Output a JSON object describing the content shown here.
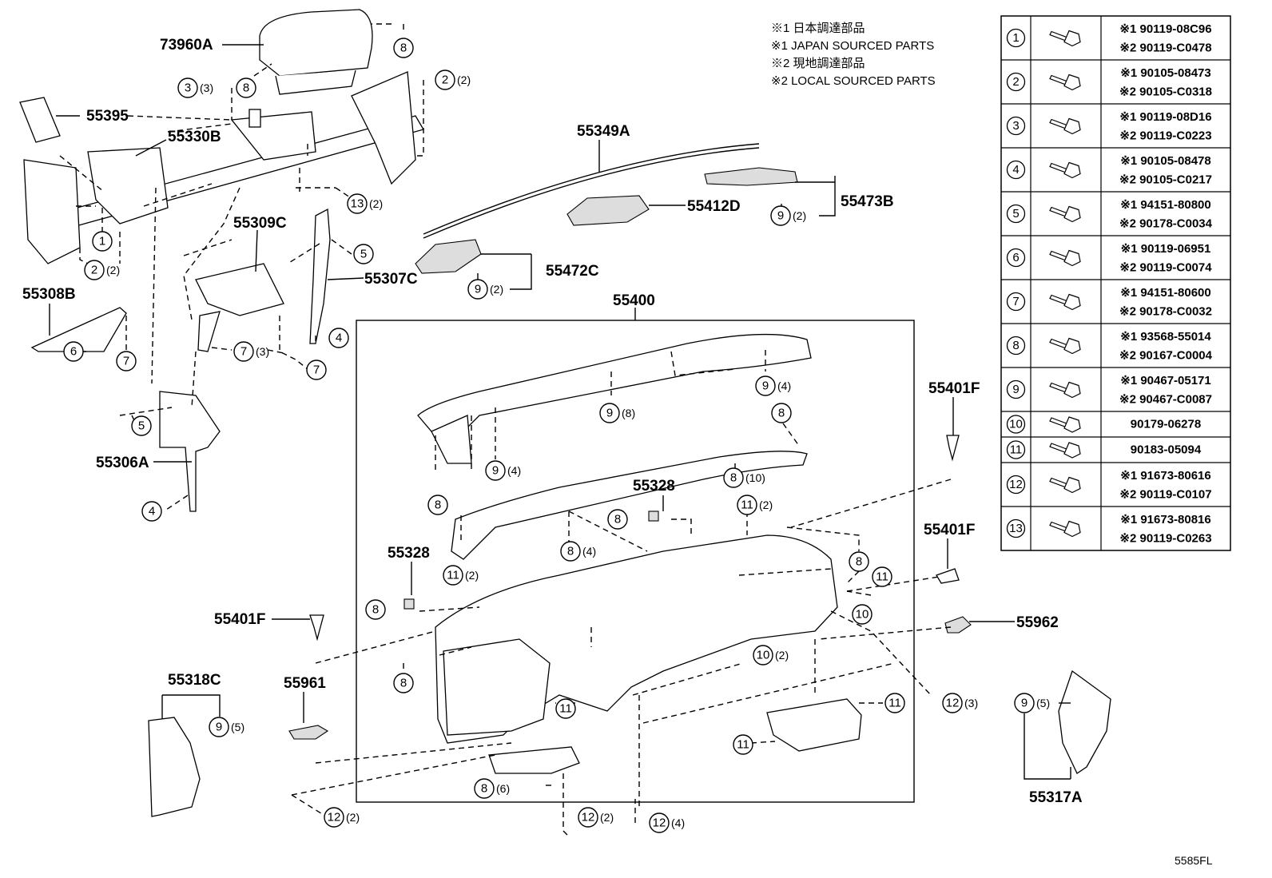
{
  "notes": [
    "※1 日本調達部品",
    "※1 JAPAN SOURCED PARTS",
    "※2 現地調達部品",
    "※2 LOCAL SOURCED PARTS"
  ],
  "parts": {
    "p73960A": "73960A",
    "p55395": "55395",
    "p55330B": "55330B",
    "p55309C": "55309C",
    "p55307C": "55307C",
    "p55308B": "55308B",
    "p55306A": "55306A",
    "p55349A": "55349A",
    "p55412D": "55412D",
    "p55473B": "55473B",
    "p55472C": "55472C",
    "p55400": "55400",
    "p55401F_a": "55401F",
    "p55401F_b": "55401F",
    "p55401F_c": "55401F",
    "p55328_a": "55328",
    "p55328_b": "55328",
    "p55962": "55962",
    "p55318C": "55318C",
    "p55961": "55961",
    "p55317A": "55317A"
  },
  "callouts": {
    "c1": "1",
    "c2": "2",
    "c3": "3",
    "c4": "4",
    "c5": "5",
    "c6": "6",
    "c7": "7",
    "c8": "8",
    "c9": "9",
    "c10": "10",
    "c11": "11",
    "c12": "12",
    "c13": "13"
  },
  "quantities": {
    "q2": "(2)",
    "q3": "(3)",
    "q4": "(4)",
    "q5": "(5)",
    "q6": "(6)",
    "q8": "(8)",
    "q10": "(10)"
  },
  "fastener_table": [
    {
      "num": "1",
      "jp": "※1 90119-08C96",
      "local": "※2 90119-C0478"
    },
    {
      "num": "2",
      "jp": "※1 90105-08473",
      "local": "※2 90105-C0318"
    },
    {
      "num": "3",
      "jp": "※1 90119-08D16",
      "local": "※2 90119-C0223"
    },
    {
      "num": "4",
      "jp": "※1 90105-08478",
      "local": "※2 90105-C0217"
    },
    {
      "num": "5",
      "jp": "※1 94151-80800",
      "local": "※2 90178-C0034"
    },
    {
      "num": "6",
      "jp": "※1 90119-06951",
      "local": "※2 90119-C0074"
    },
    {
      "num": "7",
      "jp": "※1 94151-80600",
      "local": "※2 90178-C0032"
    },
    {
      "num": "8",
      "jp": "※1 93568-55014",
      "local": "※2 90167-C0004"
    },
    {
      "num": "9",
      "jp": "※1 90467-05171",
      "local": "※2 90467-C0087"
    },
    {
      "num": "10",
      "single": "90179-06278"
    },
    {
      "num": "11",
      "single": "90183-05094"
    },
    {
      "num": "12",
      "jp": "※1 91673-80616",
      "local": "※2 90119-C0107"
    },
    {
      "num": "13",
      "jp": "※1 91673-80816",
      "local": "※2 90119-C0263"
    }
  ],
  "diagram_ref": "5585FL"
}
